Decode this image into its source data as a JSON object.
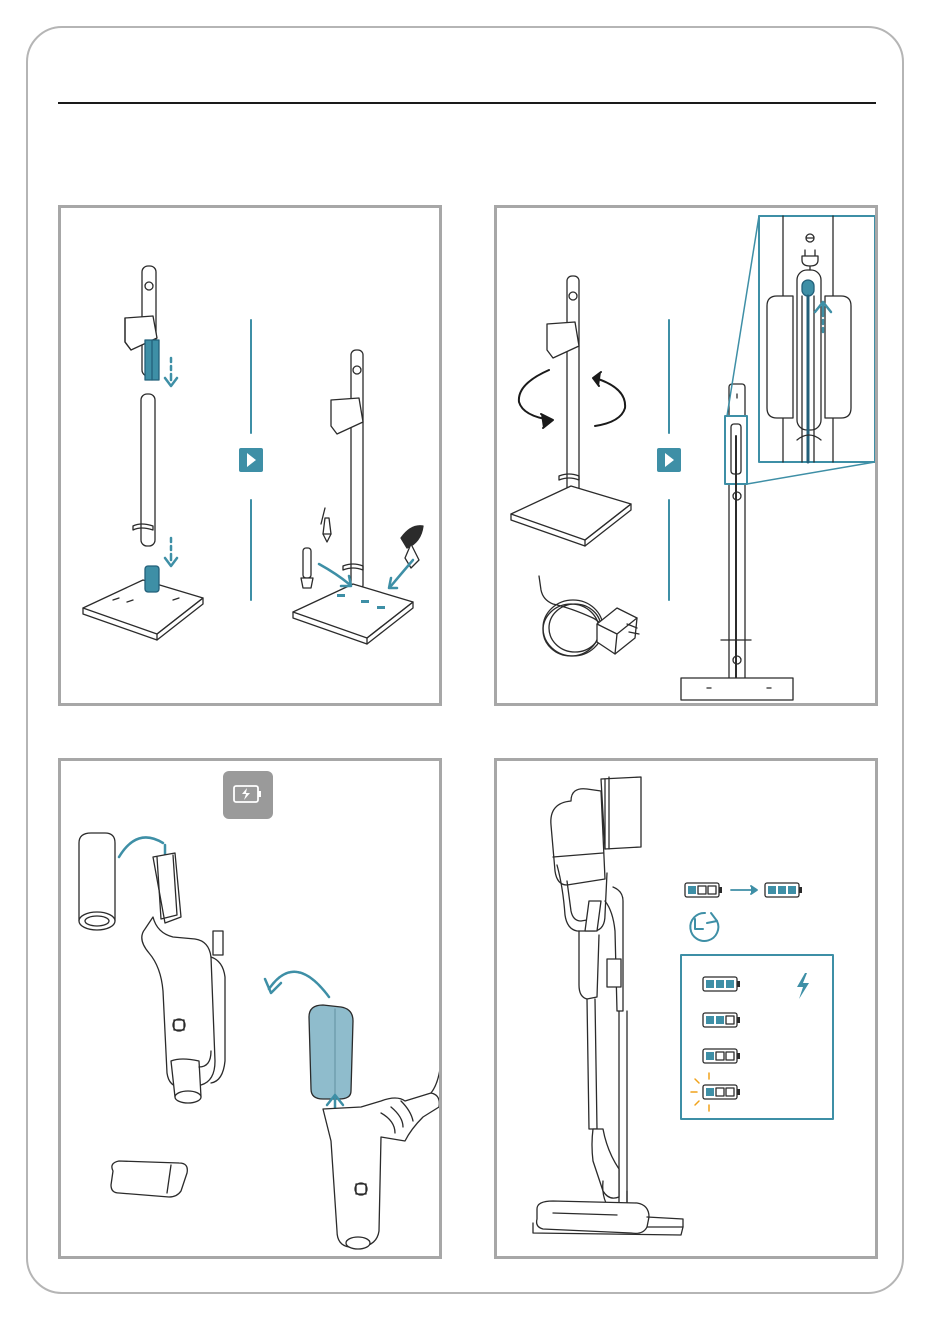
{
  "title": "",
  "colors": {
    "frame": "#b5b5b5",
    "panel_border": "#a7a7a7",
    "line_art": "#2b2b2b",
    "accent_teal": "#3e8fa6",
    "accent_blue_fill": "#8fbccc",
    "charge_badge": "#9a9a9a"
  },
  "panels": [
    {
      "id": "assemble-stand",
      "icons": [
        "stand-post-icon",
        "base-plate-icon",
        "arrow-down-icon",
        "next-step-arrow-icon",
        "accessory-tool-icon"
      ]
    },
    {
      "id": "connect-charger",
      "icons": [
        "rotate-arrows-icon",
        "charger-adapter-icon",
        "cable-icon",
        "zoom-detail-icon",
        "plug-icon"
      ]
    },
    {
      "id": "insert-battery",
      "icons": [
        "battery-charge-badge-icon",
        "battery-pack-icon",
        "curved-arrow-icon",
        "vacuum-handle-icon"
      ]
    },
    {
      "id": "charging-status",
      "icons": [
        "battery-empty-icon",
        "battery-full-icon",
        "timer-icon",
        "lightning-icon",
        "battery-levels-icon"
      ]
    }
  ]
}
